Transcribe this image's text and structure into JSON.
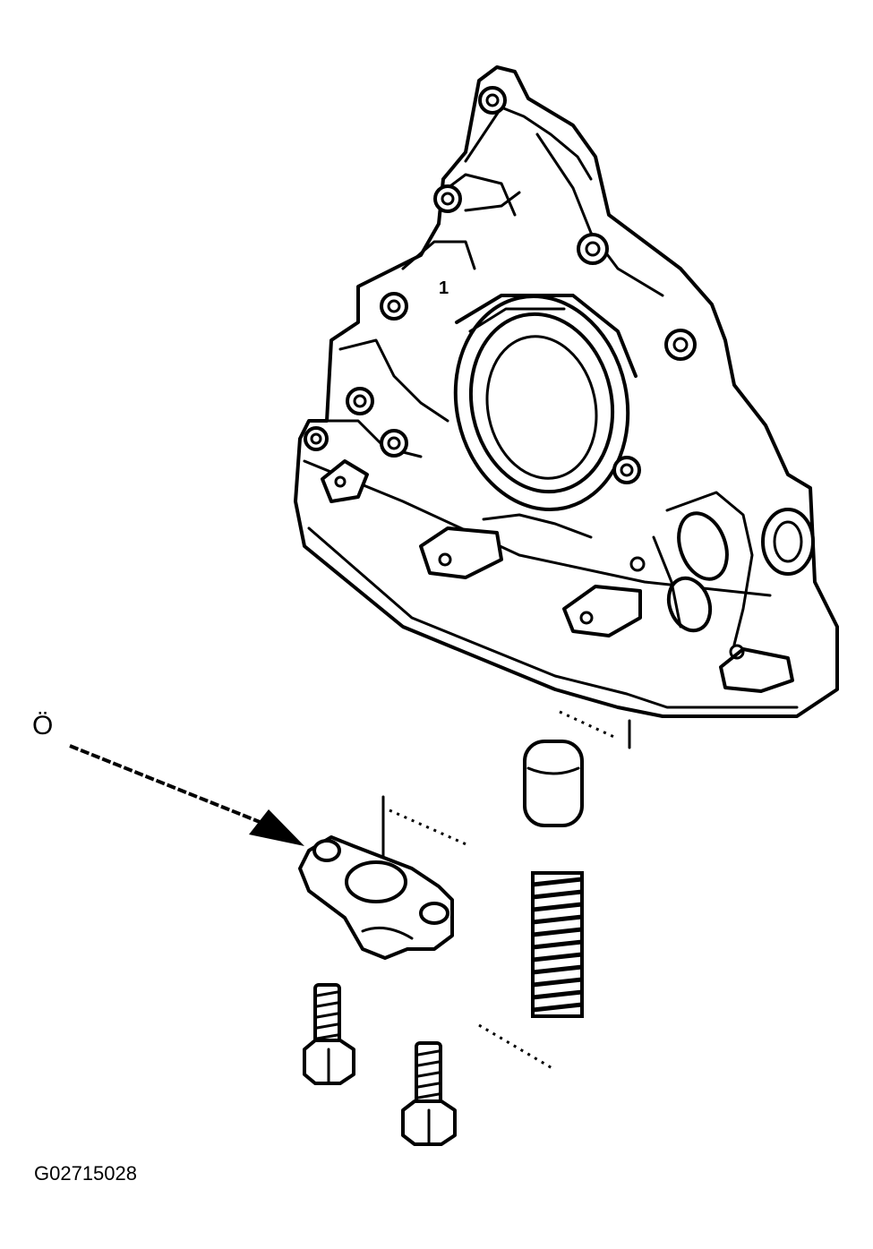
{
  "labels": {
    "part_number": "1",
    "callout": "Ö",
    "figure_id": "G02715028"
  }
}
